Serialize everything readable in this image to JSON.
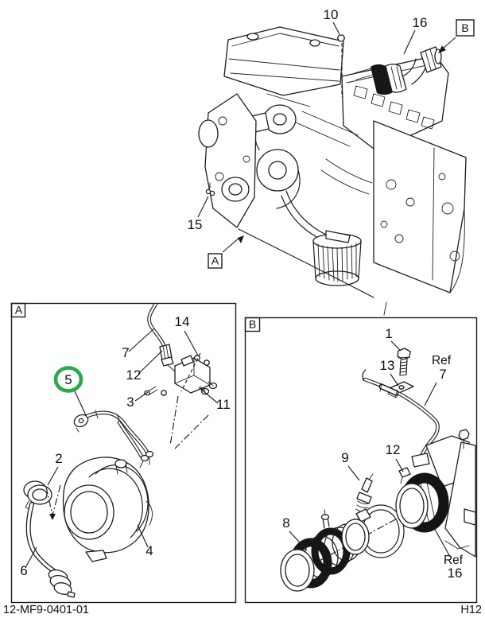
{
  "footer": {
    "doc_number": "12-MF9-0401-01",
    "page_code": "H12"
  },
  "colors": {
    "highlight_green": "#2aa84b",
    "line": "#1d1d1d"
  },
  "main_view": {
    "callouts": [
      {
        "label": "10"
      },
      {
        "label": "16"
      },
      {
        "label": "15"
      }
    ],
    "markers": [
      {
        "label": "A"
      },
      {
        "label": "B"
      }
    ]
  },
  "detail_a": {
    "marker": "A",
    "callouts": [
      {
        "label": "14"
      },
      {
        "label": "7"
      },
      {
        "label": "12"
      },
      {
        "label": "3"
      },
      {
        "label": "11"
      },
      {
        "label": "5",
        "highlighted": true
      },
      {
        "label": "2"
      },
      {
        "label": "6"
      },
      {
        "label": "4"
      }
    ]
  },
  "detail_b": {
    "marker": "B",
    "callouts": [
      {
        "label": "1"
      },
      {
        "label": "13"
      },
      {
        "prefix": "Ref",
        "label": "7"
      },
      {
        "label": "9"
      },
      {
        "label": "12"
      },
      {
        "label": "8"
      },
      {
        "prefix": "Ref",
        "label": "16"
      }
    ]
  }
}
